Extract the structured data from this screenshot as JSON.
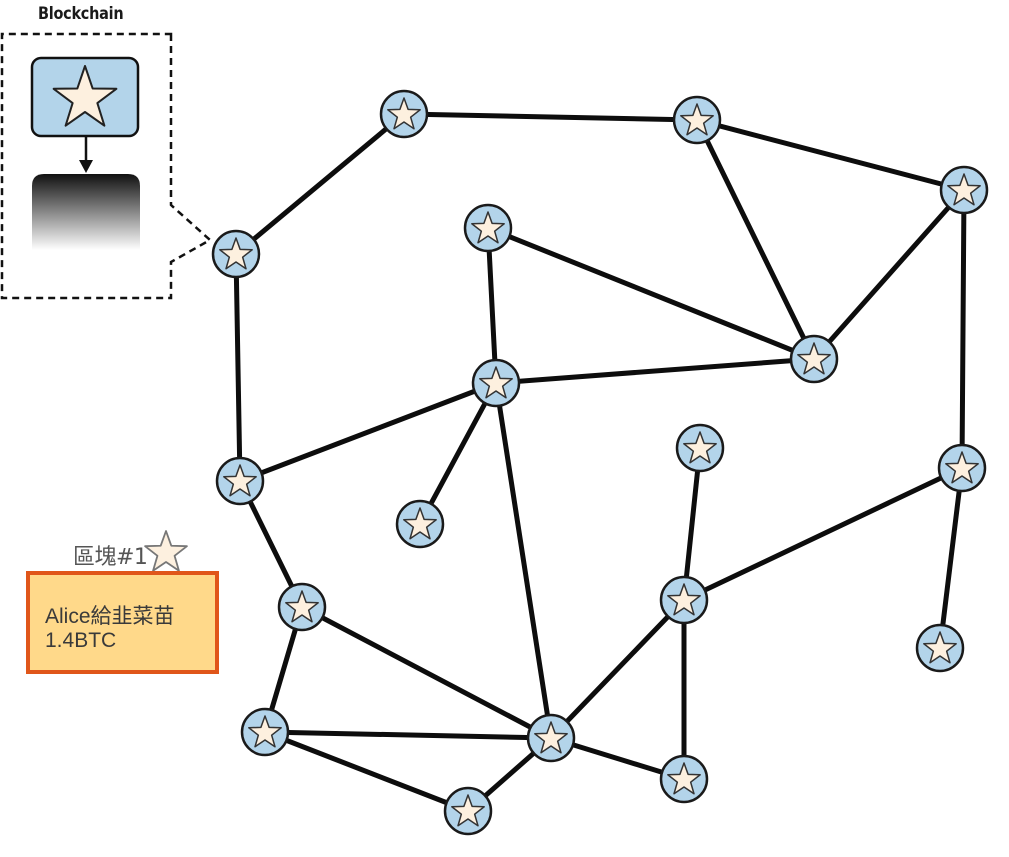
{
  "inset": {
    "title": "Blockchain"
  },
  "block": {
    "label": "區塊#1",
    "tx_lines": [
      "Alice給韭菜苗",
      "1.4BTC"
    ]
  },
  "colors": {
    "node_fill": "#b3d4ea",
    "node_stroke": "#1a1a1a",
    "star_fill": "#fdf0df",
    "edge": "#0d0d0d",
    "tx_fill": "#ffd98a",
    "tx_border": "#e0561a",
    "inset_block_fill": "#b3d4ea"
  },
  "icons": {
    "node": "star-in-circle-icon",
    "block": "star-block-icon",
    "label_star": "outline-star-icon"
  }
}
